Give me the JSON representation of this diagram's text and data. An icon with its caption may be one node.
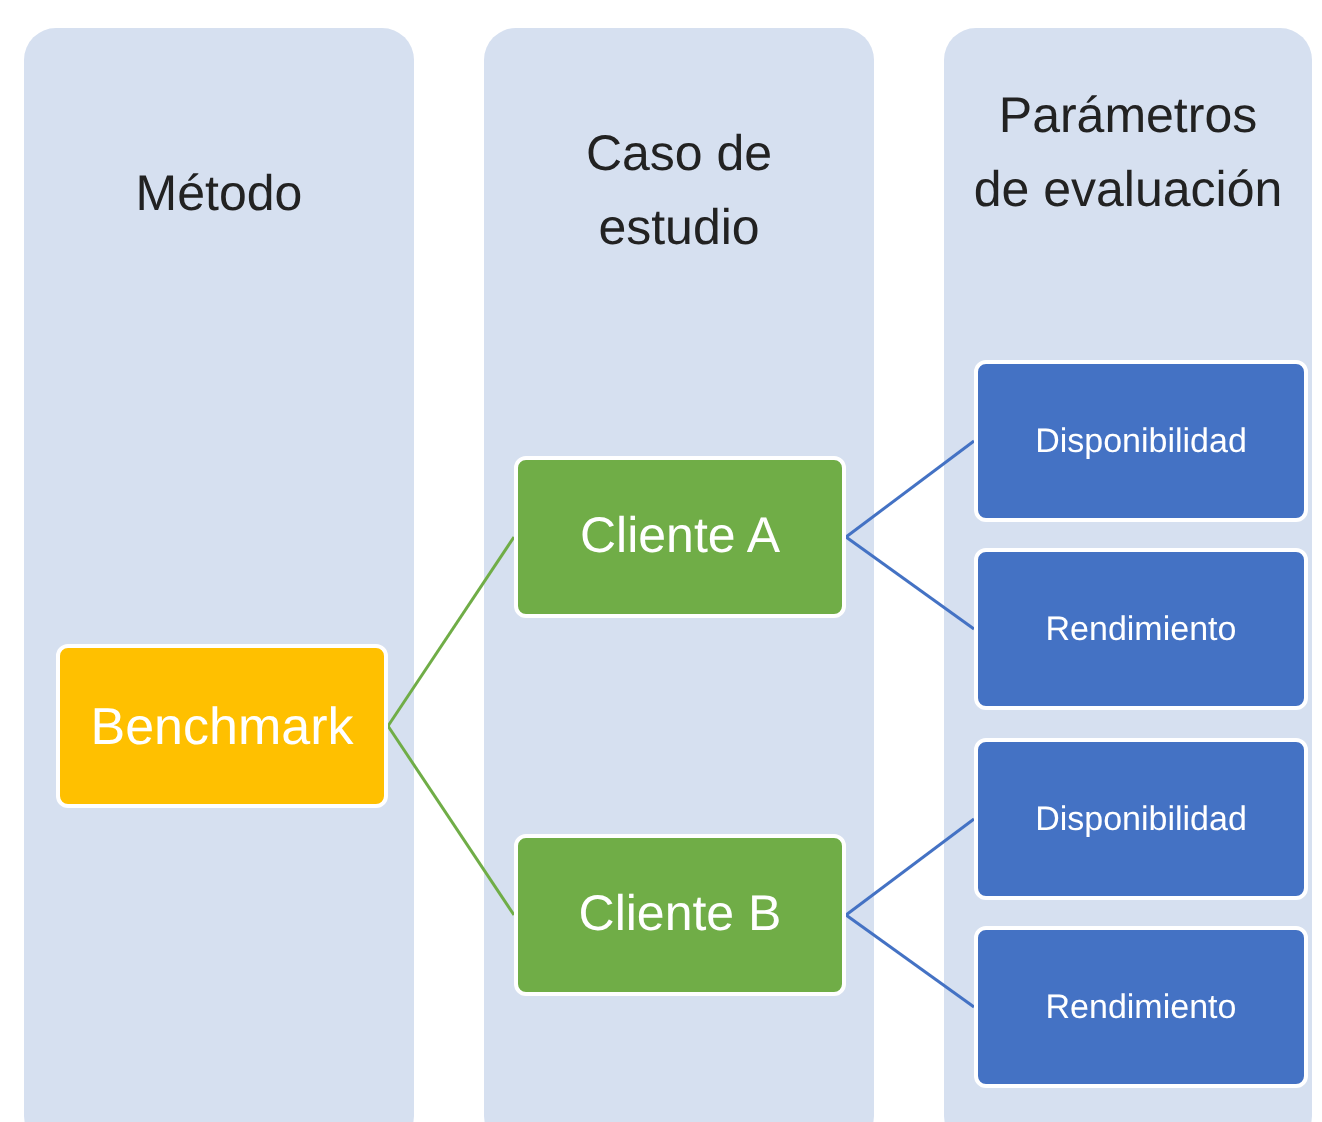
{
  "diagram": {
    "nodes": [
      {
        "text": [
          "Método"
        ]
      },
      {
        "text": [
          "Caso de estudio"
        ]
      },
      {
        "text": [
          "Parámetros de evaluación"
        ]
      },
      {
        "text": [
          "Benchmark"
        ],
        "in": 0
      },
      {
        "text": [
          "Cliente A"
        ],
        "in": 1
      },
      {
        "text": [
          "Cliente B"
        ],
        "in": 1
      },
      {
        "text": [
          "Disponibilidad"
        ],
        "in": 2
      },
      {
        "text": [
          "Rendimiento"
        ],
        "in": 2
      },
      {
        "text": [
          "Disponibilidad"
        ],
        "in": 2
      },
      {
        "text": [
          "Rendimiento"
        ],
        "in": 2
      }
    ],
    "edges": [
      {
        "from": 3,
        "to": 4,
        "arrow": "none",
        "color": "#70ad47"
      },
      {
        "from": 3,
        "to": 5,
        "arrow": "none",
        "color": "#70ad47"
      },
      {
        "from": 4,
        "to": 6,
        "arrow": "none"
      },
      {
        "from": 4,
        "to": 7,
        "arrow": "none"
      },
      {
        "from": 5,
        "to": 8,
        "arrow": "none"
      },
      {
        "from": 5,
        "to": 9,
        "arrow": "none"
      }
    ]
  }
}
